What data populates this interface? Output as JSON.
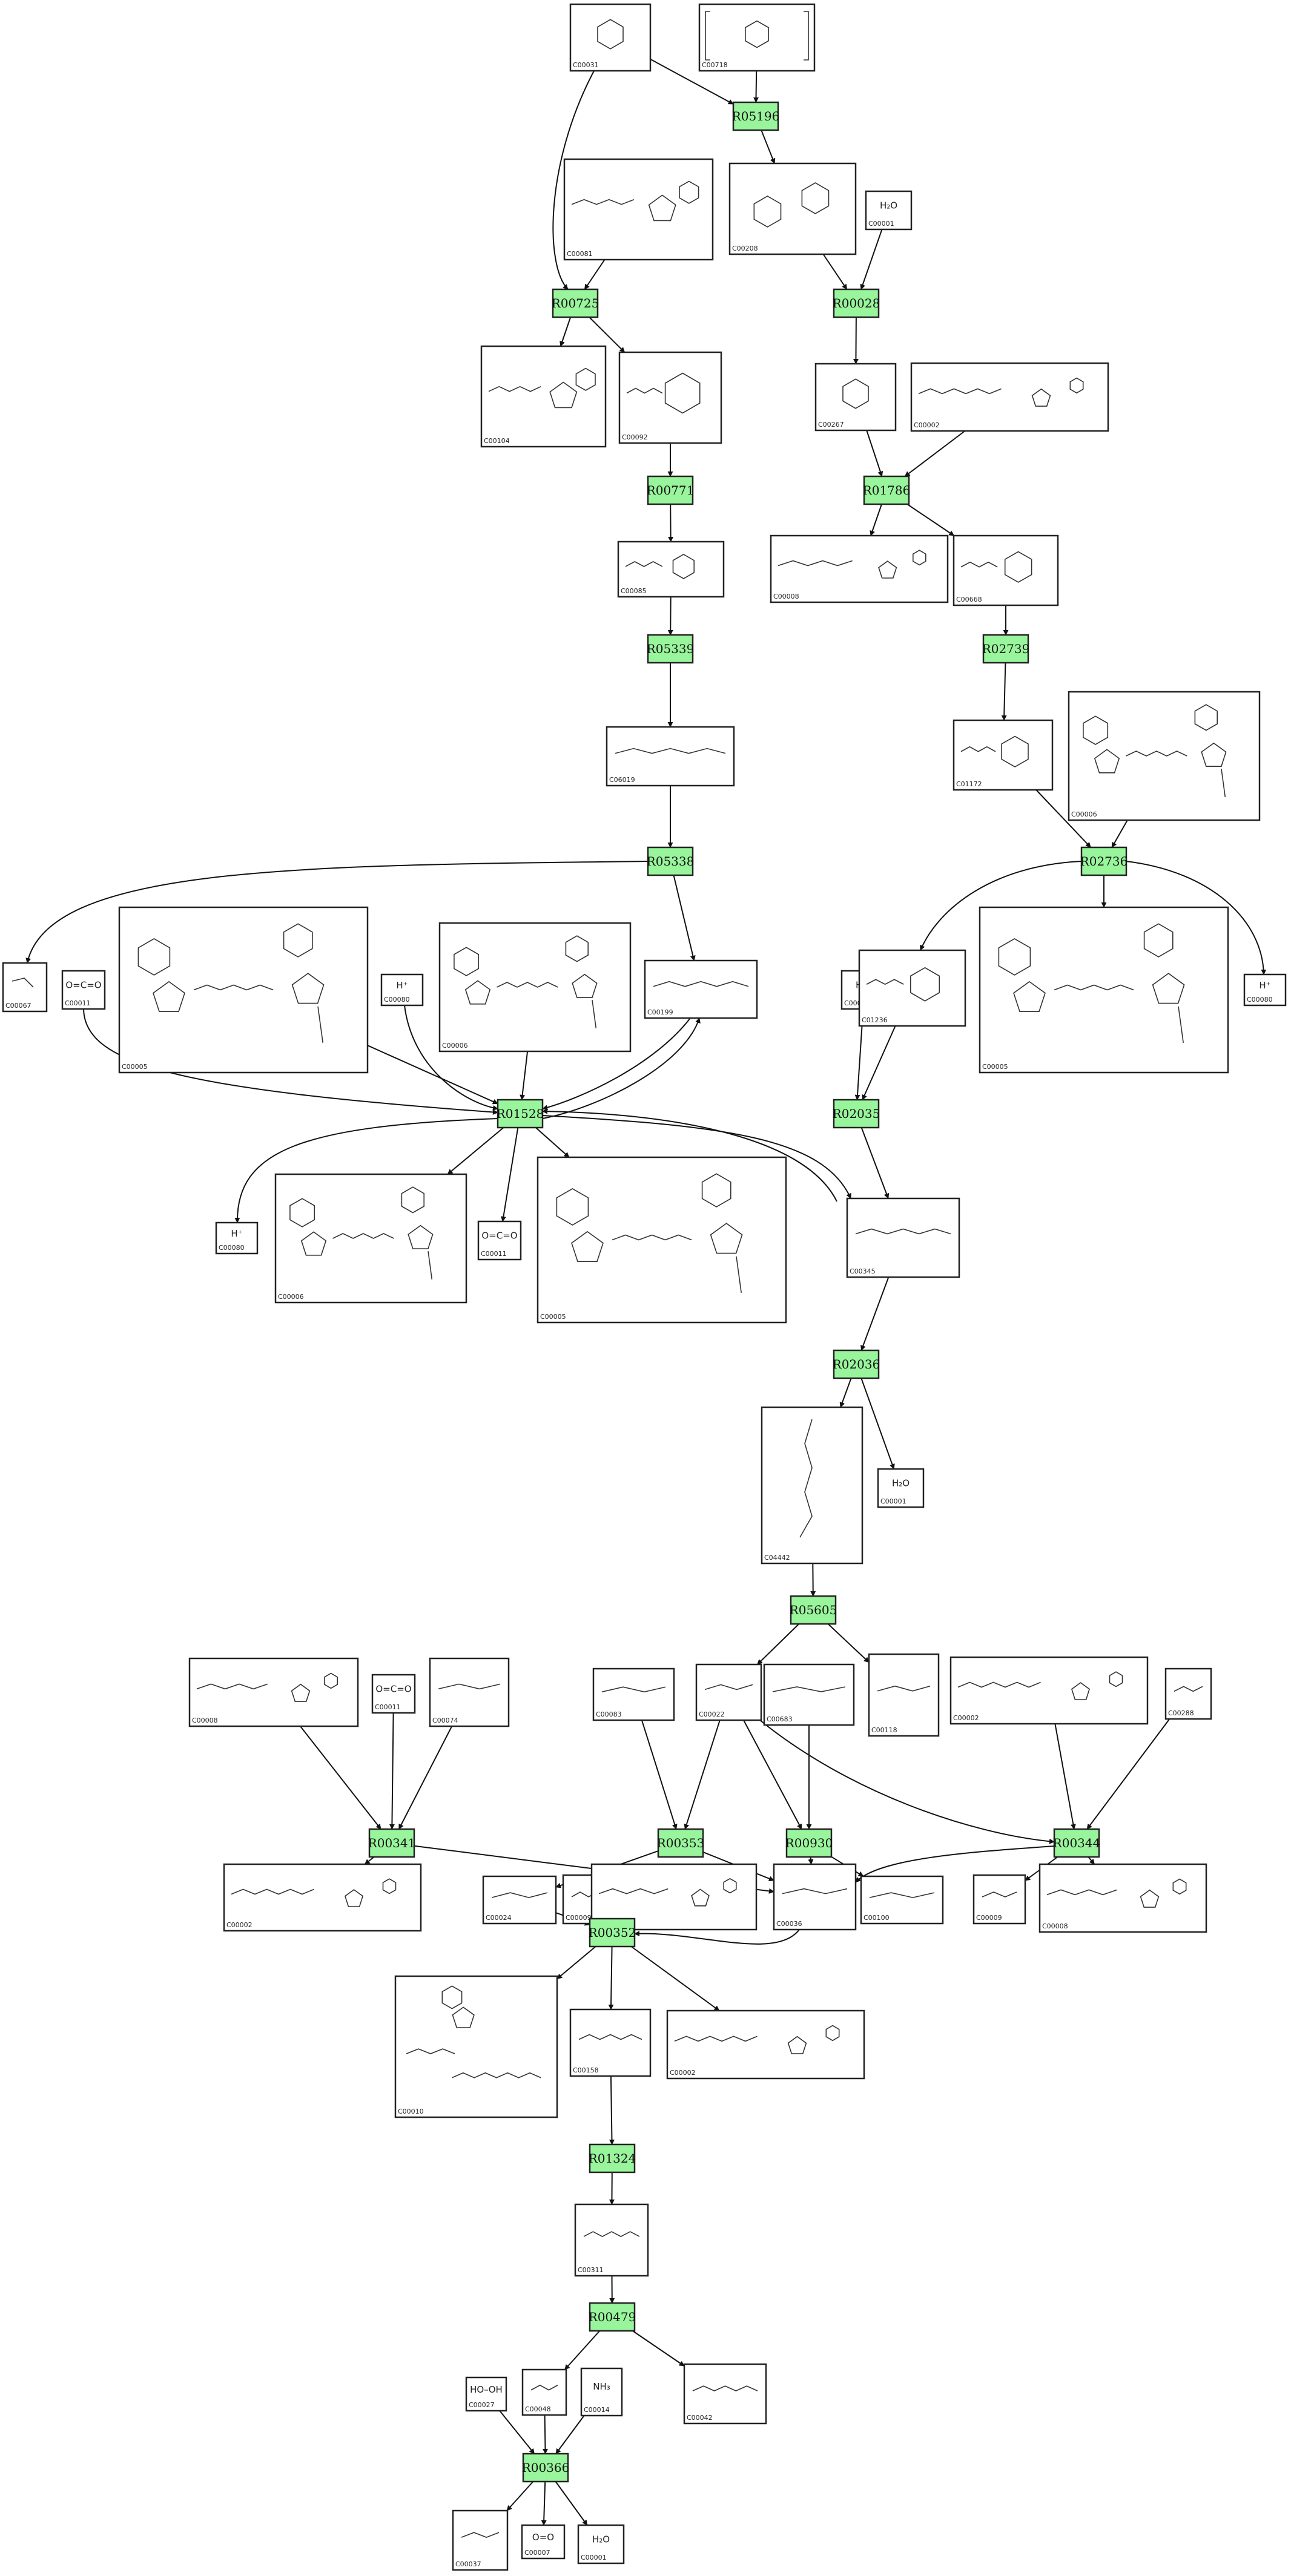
{
  "reactions": [
    {
      "id": "R05196",
      "label": "R05196"
    },
    {
      "id": "R00725",
      "label": "R00725"
    },
    {
      "id": "R00028",
      "label": "R00028"
    },
    {
      "id": "R00771",
      "label": "R00771"
    },
    {
      "id": "R01786",
      "label": "R01786"
    },
    {
      "id": "R05339",
      "label": "R05339"
    },
    {
      "id": "R02739",
      "label": "R02739"
    },
    {
      "id": "R05338",
      "label": "R05338"
    },
    {
      "id": "R02736",
      "label": "R02736"
    },
    {
      "id": "R01528",
      "label": "R01528"
    },
    {
      "id": "R02035",
      "label": "R02035"
    },
    {
      "id": "R02036",
      "label": "R02036"
    },
    {
      "id": "R05605",
      "label": "R05605"
    },
    {
      "id": "R00341",
      "label": "R00341"
    },
    {
      "id": "R00353",
      "label": "R00353"
    },
    {
      "id": "R00930",
      "label": "R00930"
    },
    {
      "id": "R00344",
      "label": "R00344"
    },
    {
      "id": "R00352",
      "label": "R00352"
    },
    {
      "id": "R01324",
      "label": "R01324"
    },
    {
      "id": "R00479",
      "label": "R00479"
    },
    {
      "id": "R00366",
      "label": "R00366"
    }
  ],
  "compounds": [
    {
      "id": "n_C00031",
      "label": "C00031"
    },
    {
      "id": "n_C00718",
      "label": "C00718"
    },
    {
      "id": "n_C00081",
      "label": "C00081"
    },
    {
      "id": "n_C00208",
      "label": "C00208"
    },
    {
      "id": "n_C00001a",
      "label": "C00001",
      "formula": "H₂O"
    },
    {
      "id": "n_C00104",
      "label": "C00104"
    },
    {
      "id": "n_C00092",
      "label": "C00092"
    },
    {
      "id": "n_C00267",
      "label": "C00267"
    },
    {
      "id": "n_C00002a",
      "label": "C00002"
    },
    {
      "id": "n_C00085",
      "label": "C00085"
    },
    {
      "id": "n_C00008a",
      "label": "C00008"
    },
    {
      "id": "n_C00668",
      "label": "C00668"
    },
    {
      "id": "n_C06019",
      "label": "C06019"
    },
    {
      "id": "n_C01172",
      "label": "C01172"
    },
    {
      "id": "n_C00006a",
      "label": "C00006"
    },
    {
      "id": "n_C00067",
      "label": "C00067"
    },
    {
      "id": "n_C00011a",
      "label": "C00011",
      "formula": "O=C=O"
    },
    {
      "id": "n_C00005a",
      "label": "C00005"
    },
    {
      "id": "n_C00080a",
      "label": "C00080",
      "formula": "H⁺"
    },
    {
      "id": "n_C00006b",
      "label": "C00006"
    },
    {
      "id": "n_C00199",
      "label": "C00199"
    },
    {
      "id": "n_C00001b",
      "label": "C00001",
      "formula": "H₂O"
    },
    {
      "id": "n_C01236",
      "label": "C01236"
    },
    {
      "id": "n_C00005b",
      "label": "C00005"
    },
    {
      "id": "n_C00080b",
      "label": "C00080",
      "formula": "H⁺"
    },
    {
      "id": "n_C00080c",
      "label": "C00080",
      "formula": "H⁺"
    },
    {
      "id": "n_C00006c",
      "label": "C00006"
    },
    {
      "id": "n_C00011b",
      "label": "C00011",
      "formula": "O=C=O"
    },
    {
      "id": "n_C00005c",
      "label": "C00005"
    },
    {
      "id": "n_C00345",
      "label": "C00345"
    },
    {
      "id": "n_C04442",
      "label": "C04442"
    },
    {
      "id": "n_C00001c",
      "label": "C00001",
      "formula": "H₂O"
    },
    {
      "id": "n_C00008b",
      "label": "C00008"
    },
    {
      "id": "n_C00011c",
      "label": "C00011",
      "formula": "O=C=O"
    },
    {
      "id": "n_C00074",
      "label": "C00074"
    },
    {
      "id": "n_C00083a",
      "label": "C00083"
    },
    {
      "id": "n_C00022",
      "label": "C00022"
    },
    {
      "id": "n_C00683",
      "label": "C00683"
    },
    {
      "id": "n_C00118",
      "label": "C00118"
    },
    {
      "id": "n_C00002b",
      "label": "C00002"
    },
    {
      "id": "n_C00288",
      "label": "C00288"
    },
    {
      "id": "n_C00002c",
      "label": "C00002"
    },
    {
      "id": "n_C00024",
      "label": "C00024"
    },
    {
      "id": "n_C00009a",
      "label": "C00009"
    },
    {
      "id": "n_C00008c",
      "label": "C00008"
    },
    {
      "id": "n_C00036",
      "label": "C00036"
    },
    {
      "id": "n_C00100",
      "label": "C00100"
    },
    {
      "id": "n_C00009b",
      "label": "C00009"
    },
    {
      "id": "n_C00008d",
      "label": "C00008"
    },
    {
      "id": "n_C00010",
      "label": "C00010"
    },
    {
      "id": "n_C00158",
      "label": "C00158"
    },
    {
      "id": "n_C00002d",
      "label": "C00002"
    },
    {
      "id": "n_C00311",
      "label": "C00311"
    },
    {
      "id": "n_C00027",
      "label": "C00027",
      "formula": "HO–OH"
    },
    {
      "id": "n_C00048",
      "label": "C00048"
    },
    {
      "id": "n_C00014",
      "label": "C00014",
      "formula": "NH₃"
    },
    {
      "id": "n_C00042",
      "label": "C00042"
    },
    {
      "id": "n_C00037",
      "label": "C00037"
    },
    {
      "id": "n_C00007",
      "label": "C00007",
      "formula": "O=O"
    },
    {
      "id": "n_C00001d",
      "label": "C00001",
      "formula": "H₂O"
    }
  ],
  "edges": [
    [
      "n_C00031",
      "R00725"
    ],
    [
      "n_C00031",
      "R05196"
    ],
    [
      "n_C00718",
      "R05196"
    ],
    [
      "R05196",
      "n_C00208"
    ],
    [
      "n_C00081",
      "R00725"
    ],
    [
      "R00725",
      "n_C00104"
    ],
    [
      "R00725",
      "n_C00092"
    ],
    [
      "n_C00208",
      "R00028"
    ],
    [
      "n_C00001a",
      "R00028"
    ],
    [
      "R00028",
      "n_C00267"
    ],
    [
      "n_C00092",
      "R00771"
    ],
    [
      "R00771",
      "n_C00085"
    ],
    [
      "n_C00267",
      "R01786"
    ],
    [
      "n_C00002a",
      "R01786"
    ],
    [
      "R01786",
      "n_C00008a"
    ],
    [
      "R01786",
      "n_C00668"
    ],
    [
      "n_C00085",
      "R05339"
    ],
    [
      "R05339",
      "n_C06019"
    ],
    [
      "n_C00668",
      "R02739"
    ],
    [
      "R02739",
      "n_C01172"
    ],
    [
      "n_C06019",
      "R05338"
    ],
    [
      "R05338",
      "n_C00067"
    ],
    [
      "R05338",
      "n_C00199"
    ],
    [
      "n_C01172",
      "R02736"
    ],
    [
      "n_C00006a",
      "R02736"
    ],
    [
      "R02736",
      "n_C01236"
    ],
    [
      "R02736",
      "n_C00005b"
    ],
    [
      "R02736",
      "n_C00080b"
    ],
    [
      "n_C00011a",
      "R01528"
    ],
    [
      "n_C00005a",
      "R01528"
    ],
    [
      "n_C00080a",
      "R01528"
    ],
    [
      "n_C00006b",
      "R01528"
    ],
    [
      "n_C00199",
      "R01528"
    ],
    [
      "R01528",
      "n_C00199"
    ],
    [
      "R01528",
      "n_C00080c"
    ],
    [
      "R01528",
      "n_C00006c"
    ],
    [
      "R01528",
      "n_C00011b"
    ],
    [
      "R01528",
      "n_C00005c"
    ],
    [
      "R01528",
      "n_C00345"
    ],
    [
      "n_C00345",
      "R01528"
    ],
    [
      "n_C00001b",
      "R02035"
    ],
    [
      "n_C01236",
      "R02035"
    ],
    [
      "R02035",
      "n_C00345"
    ],
    [
      "n_C00345",
      "R02036"
    ],
    [
      "R02036",
      "n_C04442"
    ],
    [
      "R02036",
      "n_C00001c"
    ],
    [
      "n_C04442",
      "R05605"
    ],
    [
      "R05605",
      "n_C00022"
    ],
    [
      "R05605",
      "n_C00118"
    ],
    [
      "n_C00008b",
      "R00341"
    ],
    [
      "n_C00011c",
      "R00341"
    ],
    [
      "n_C00074",
      "R00341"
    ],
    [
      "R00341",
      "n_C00002c"
    ],
    [
      "R00341",
      "n_C00036"
    ],
    [
      "n_C00083a",
      "R00353"
    ],
    [
      "n_C00022",
      "R00353"
    ],
    [
      "n_C00022",
      "R00930"
    ],
    [
      "n_C00022",
      "R00344"
    ],
    [
      "n_C00683",
      "R00930"
    ],
    [
      "R00353",
      "n_C00024"
    ],
    [
      "R00353",
      "n_C00036"
    ],
    [
      "R00930",
      "n_C00036"
    ],
    [
      "R00930",
      "n_C00100"
    ],
    [
      "n_C00002b",
      "R00344"
    ],
    [
      "n_C00288",
      "R00344"
    ],
    [
      "R00344",
      "n_C00036"
    ],
    [
      "R00344",
      "n_C00009b"
    ],
    [
      "R00344",
      "n_C00008d"
    ],
    [
      "n_C00024",
      "R00352"
    ],
    [
      "n_C00009a",
      "R00352"
    ],
    [
      "n_C00008c",
      "R00352"
    ],
    [
      "n_C00036",
      "R00352"
    ],
    [
      "R00352",
      "n_C00010"
    ],
    [
      "R00352",
      "n_C00158"
    ],
    [
      "R00352",
      "n_C00002d"
    ],
    [
      "n_C00158",
      "R01324"
    ],
    [
      "R01324",
      "n_C00311"
    ],
    [
      "n_C00311",
      "R00479"
    ],
    [
      "R00479",
      "n_C00048"
    ],
    [
      "R00479",
      "n_C00042"
    ],
    [
      "n_C00027",
      "R00366"
    ],
    [
      "n_C00048",
      "R00366"
    ],
    [
      "n_C00014",
      "R00366"
    ],
    [
      "R00366",
      "n_C00037"
    ],
    [
      "R00366",
      "n_C00007"
    ],
    [
      "R00366",
      "n_C00001d"
    ]
  ]
}
